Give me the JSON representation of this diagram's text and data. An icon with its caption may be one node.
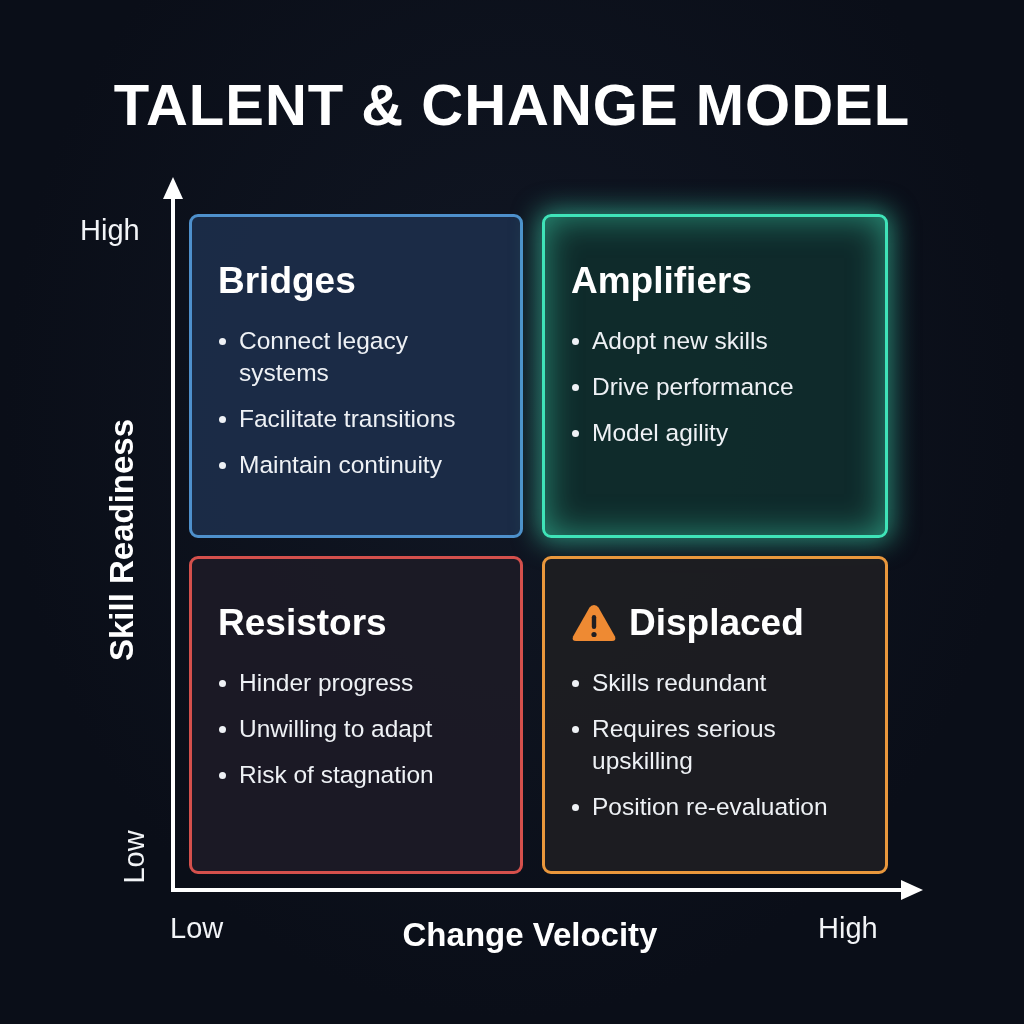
{
  "diagram": {
    "title": "TALENT & CHANGE MODEL",
    "nodes": [
      {
        "text": [
          "Bridges",
          "Connect legacy systems",
          "Facilitate transitions",
          "Maintain continuity"
        ]
      },
      {
        "text": [
          "Amplifiers",
          "Adopt new skills",
          "Drive performance",
          "Model agility"
        ]
      },
      {
        "text": [
          "Resistors",
          "Hinder progress",
          "Unwilling to adapt",
          "Risk of stagnation"
        ]
      },
      {
        "text": [
          "Displaced",
          "Skills redundant",
          "Requires serious upskilling",
          "Position re-evaluation"
        ]
      }
    ],
    "labels": [
      "High",
      "Skill Readiness",
      "Low",
      "Low",
      "Change Velocity",
      "High"
    ]
  }
}
